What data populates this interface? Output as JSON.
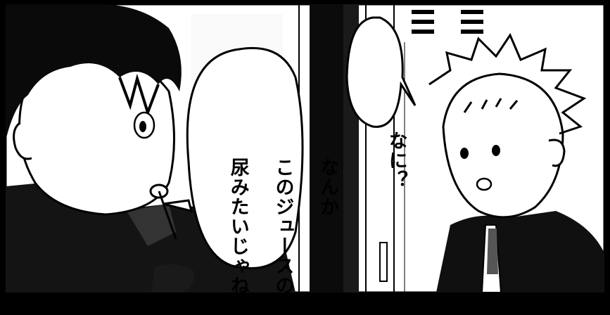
{
  "scene": {
    "type": "manga-panel",
    "colors": {
      "ink": "#000000",
      "paper": "#ffffff",
      "gray": "#d8d8d8"
    }
  },
  "dialogue": {
    "left_bubble": {
      "lines": [
        "なんか",
        "このジュースの色",
        "尿みたいじゃね？"
      ]
    },
    "right_bubble": {
      "lines": [
        "なに？"
      ]
    }
  },
  "characters": {
    "left": {
      "description": "dark-haired boy in school uniform drinking juice through a straw"
    },
    "right": {
      "description": "light-haired boy in school blazer and tie"
    }
  }
}
